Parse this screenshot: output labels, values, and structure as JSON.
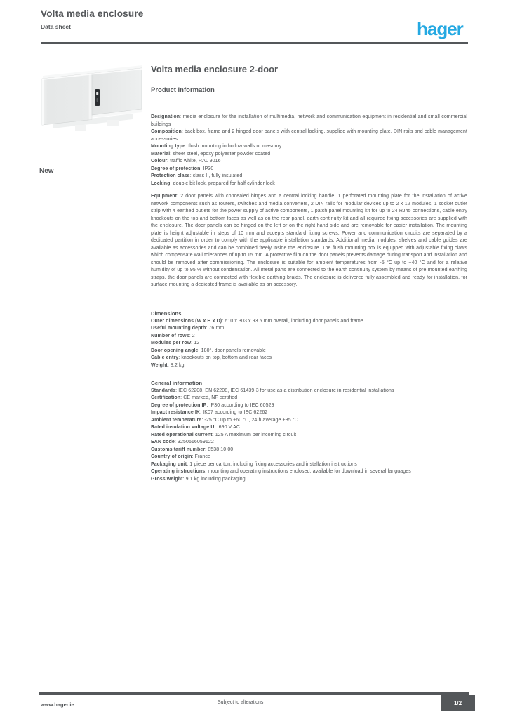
{
  "header": {
    "title": "Volta media enclosure",
    "subtitle": "Data sheet",
    "brand": "hager"
  },
  "product": {
    "name": "Volta media enclosure 2-door",
    "section_heading": "Product information",
    "badge": "New",
    "image_name": "media-enclosure-2-door-photo"
  },
  "specs": {
    "general": [
      {
        "label": "Designation",
        "value": "media enclosure for the installation of multimedia, network and communication equipment in residential and small commercial buildings"
      },
      {
        "label": "Composition",
        "value": "back box, frame and 2 hinged door panels with central locking, supplied with mounting plate, DIN rails and cable management accessories"
      },
      {
        "label": "Mounting type",
        "value": "flush mounting in hollow walls or masonry"
      },
      {
        "label": "Material",
        "value": "sheet steel, epoxy polyester powder coated"
      },
      {
        "label": "Colour",
        "value": "traffic white, RAL 9016"
      },
      {
        "label": "Degree of protection",
        "value": "IP30"
      },
      {
        "label": "Protection class",
        "value": "class II, fully insulated"
      },
      {
        "label": "Locking",
        "value": "double bit lock, prepared for half cylinder lock"
      }
    ],
    "equipment": {
      "label": "Equipment",
      "value": "2 door panels with concealed hinges and a central locking handle, 1 perforated mounting plate for the installation of active network components such as routers, switches and media converters, 2 DIN rails for modular devices up to 2 x 12 modules, 1 socket outlet strip with 4 earthed outlets for the power supply of active components, 1 patch panel mounting kit for up to 24 RJ45 connections, cable entry knockouts on the top and bottom faces as well as on the rear panel, earth continuity kit and all required fixing accessories are supplied with the enclosure. The door panels can be hinged on the left or on the right hand side and are removable for easier installation. The mounting plate is height adjustable in steps of 10 mm and accepts standard fixing screws. Power and communication circuits are separated by a dedicated partition in order to comply with the applicable installation standards. Additional media modules, shelves and cable guides are available as accessories and can be combined freely inside the enclosure. The flush mounting box is equipped with adjustable fixing claws which compensate wall tolerances of up to 15 mm. A protective film on the door panels prevents damage during transport and installation and should be removed after commissioning. The enclosure is suitable for ambient temperatures from -5 °C up to +40 °C and for a relative humidity of up to 95 % without condensation. All metal parts are connected to the earth continuity system by means of pre mounted earthing straps, the door panels are connected with flexible earthing braids. The enclosure is delivered fully assembled and ready for installation, for surface mounting a dedicated frame is available as an accessory."
    },
    "dimensions": {
      "heading": "Dimensions",
      "rows": [
        {
          "label": "Outer dimensions (W x H x D)",
          "value": "610 x 303 x 93.5 mm overall, including door panels and frame"
        },
        {
          "label": "Useful mounting depth",
          "value": "76 mm"
        },
        {
          "label": "Number of rows",
          "value": "2"
        },
        {
          "label": "Modules per row",
          "value": "12"
        },
        {
          "label": "Door opening angle",
          "value": "180°, door panels removable"
        },
        {
          "label": "Cable entry",
          "value": "knockouts on top, bottom and rear faces"
        },
        {
          "label": "Weight",
          "value": "8.2 kg"
        }
      ]
    },
    "general_info": {
      "heading": "General information",
      "rows": [
        {
          "label": "Standards",
          "value": "IEC 62208, EN 62208, IEC 61439-3 for use as a distribution enclosure in residential installations"
        },
        {
          "label": "Certification",
          "value": "CE marked, NF certified"
        },
        {
          "label": "Degree of protection IP",
          "value": "IP30 according to IEC 60529"
        },
        {
          "label": "Impact resistance IK",
          "value": "IK07 according to IEC 62262"
        },
        {
          "label": "Ambient temperature",
          "value": "-25 °C up to +60 °C, 24 h average +35 °C"
        },
        {
          "label": "Rated insulation voltage Ui",
          "value": "690 V AC"
        },
        {
          "label": "Rated operational current",
          "value": "125 A maximum per incoming circuit"
        },
        {
          "label": "EAN code",
          "value": "3250616059122"
        },
        {
          "label": "Customs tariff number",
          "value": "8538 10 00"
        },
        {
          "label": "Country of origin",
          "value": "France"
        },
        {
          "label": "Packaging unit",
          "value": "1 piece per carton, including fixing accessories and installation instructions"
        },
        {
          "label": "Operating instructions",
          "value": "mounting and operating instructions enclosed, available for download in several languages"
        },
        {
          "label": "Gross weight",
          "value": "9.1 kg including packaging"
        }
      ]
    }
  },
  "footer": {
    "website": "www.hager.ie",
    "note": "Subject to alterations",
    "page": "1/2"
  },
  "colors": {
    "ink": "#54575a",
    "brand_blue": "#25a9e2",
    "enclosure_light": "#e9ebeb",
    "enclosure_dark_handle": "#2b2e31"
  }
}
